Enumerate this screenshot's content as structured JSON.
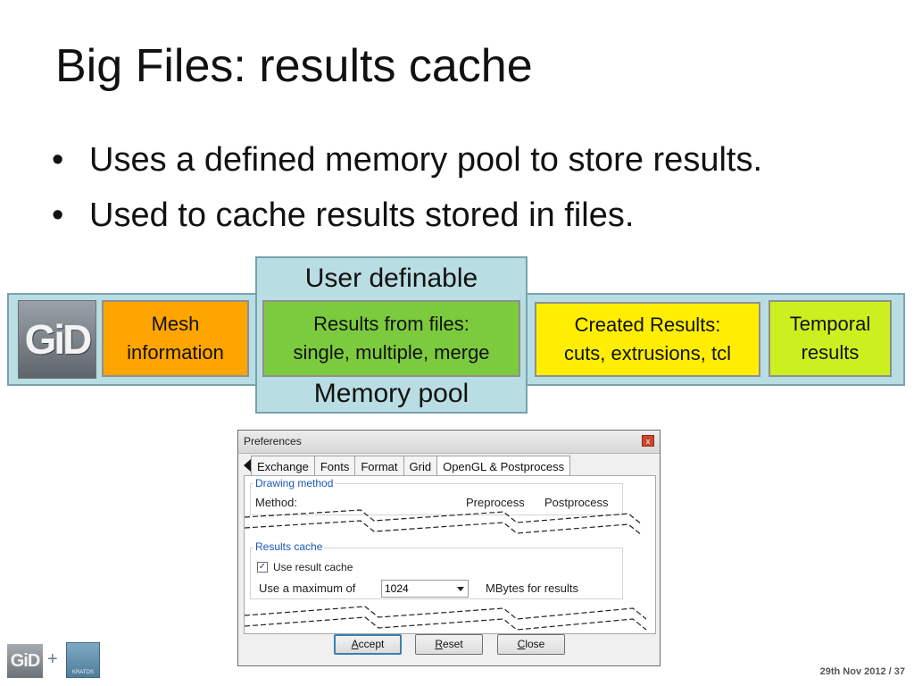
{
  "slide": {
    "title": "Big Files: results cache",
    "bullets": [
      "Uses a defined memory pool to store results.",
      "Used to cache results stored in files."
    ],
    "bullet_char": "•"
  },
  "diagram": {
    "pool_top_label": "User definable",
    "pool_bottom_label": "Memory pool",
    "logo_text": "GiD",
    "boxes": [
      {
        "line1": "Mesh",
        "line2": "information",
        "color": "#ffa500"
      },
      {
        "line1": "Results from files:",
        "line2": "single, multiple, merge",
        "color": "#7ccb3e"
      },
      {
        "line1": "Created Results:",
        "line2": "cuts, extrusions, tcl",
        "color": "#ffee00"
      },
      {
        "line1": "Temporal",
        "line2": "results",
        "color": "#ccef1f"
      }
    ],
    "strip_color": "#b8dde3"
  },
  "dialog": {
    "title": "Preferences",
    "close_glyph": "x",
    "tabs": [
      "Exchange",
      "Fonts",
      "Format",
      "Grid",
      "OpenGL & Postprocess"
    ],
    "active_tab": "OpenGL & Postprocess",
    "drawing_group_label": "Drawing method",
    "method_label": "Method:",
    "col_preprocess": "Preprocess",
    "col_postprocess": "Postprocess",
    "results_group_label": "Results cache",
    "use_cache_label": "Use result cache",
    "use_cache_checked": true,
    "check_glyph": "✓",
    "max_label": "Use a maximum of",
    "max_value": "1024",
    "units_label": "MBytes for results",
    "buttons": {
      "accept_first": "A",
      "accept_rest": "ccept",
      "reset_first": "R",
      "reset_rest": "eset",
      "close_first": "C",
      "close_rest": "lose"
    }
  },
  "footer": {
    "logo_text": "GiD",
    "plus": "+",
    "kratos_label": "KRATOS",
    "page": "29th Nov 2012 / 37"
  }
}
